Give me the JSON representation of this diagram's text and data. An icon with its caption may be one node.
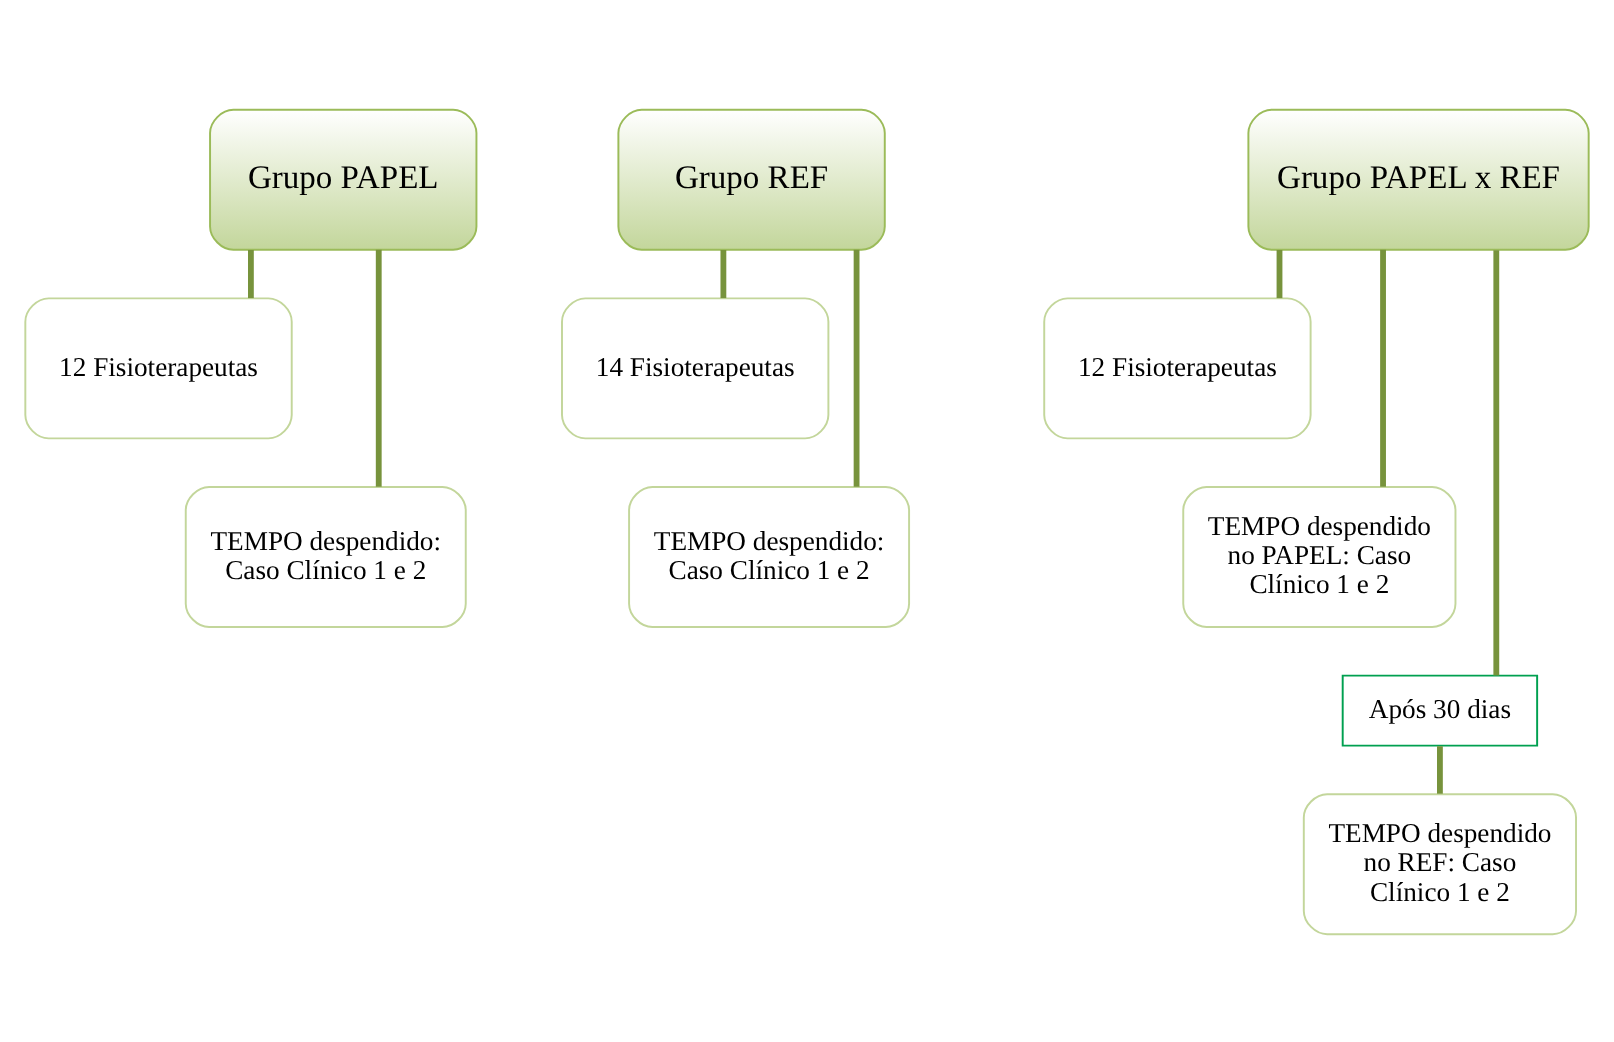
{
  "diagram": {
    "nodes": [
      {
        "text": [
          "Grupo PAPEL"
        ]
      },
      {
        "text": [
          "12 Fisioterapeutas"
        ]
      },
      {
        "text": [
          "TEMPO despendido: Caso Clínico 1 e 2"
        ]
      },
      {
        "text": [
          "Grupo REF"
        ]
      },
      {
        "text": [
          "14 Fisioterapeutas"
        ]
      },
      {
        "text": [
          "TEMPO despendido: Caso Clínico 1 e 2"
        ]
      },
      {
        "text": [
          "Grupo PAPEL x REF"
        ]
      },
      {
        "text": [
          "12 Fisioterapeutas"
        ]
      },
      {
        "text": [
          "TEMPO despendido no PAPEL: Caso Clínico 1 e 2"
        ]
      },
      {
        "text": [
          "Após 30 dias"
        ]
      },
      {
        "text": [
          "TEMPO despendido no REF: Caso Clínico 1 e 2"
        ]
      }
    ],
    "edges": [
      {
        "from": 0,
        "to": 1,
        "arrow": "none"
      },
      {
        "from": 0,
        "to": 2,
        "arrow": "none"
      },
      {
        "from": 3,
        "to": 4,
        "arrow": "none"
      },
      {
        "from": 3,
        "to": 5,
        "arrow": "none"
      },
      {
        "from": 6,
        "to": 7,
        "arrow": "none"
      },
      {
        "from": 6,
        "to": 8,
        "arrow": "none"
      },
      {
        "from": 6,
        "to": 9,
        "arrow": "none"
      },
      {
        "from": 9,
        "to": 10,
        "arrow": "none"
      }
    ]
  }
}
